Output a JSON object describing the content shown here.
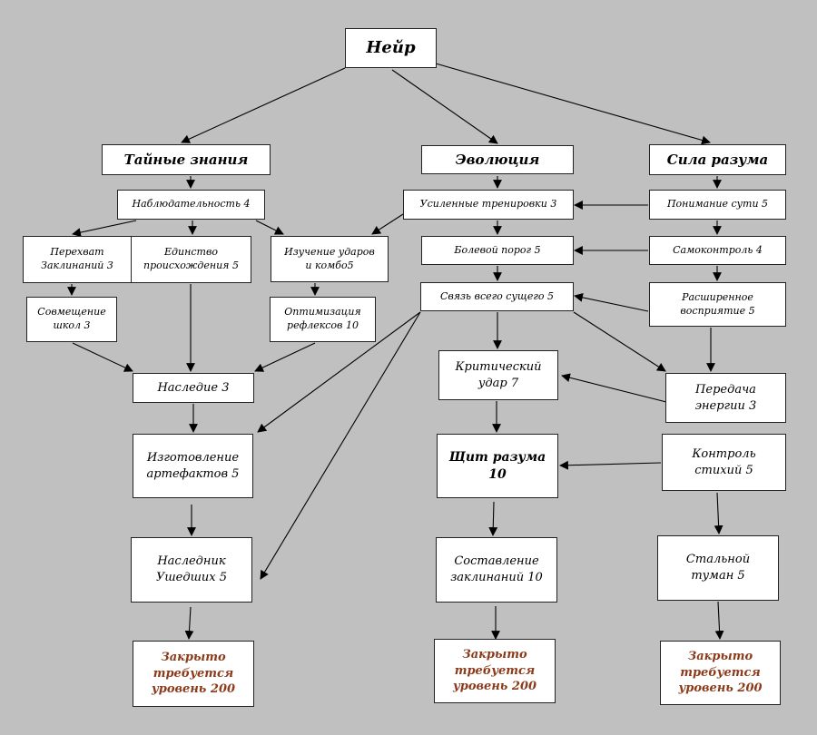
{
  "root": "Нейр",
  "branches": {
    "secret": "Тайные знания",
    "evolution": "Эволюция",
    "mind": "Сила разума"
  },
  "skills": {
    "observation": "Наблюдательность 4",
    "intercept": "Перехват\nЗаклинаний 3",
    "unity": "Единство\nпроисхождения 5",
    "strikes": "Изучение ударов\nи комбо5",
    "schools": "Совмещение\nшкол 3",
    "reflexes": "Оптимизация\nрефлексов 10",
    "legacy": "Наследие 3",
    "artifacts": "Изготовление\nартефактов 5",
    "heir": "Наследник\nУшедших 5",
    "training": "Усиленные тренировки 3",
    "pain": "Болевой порог 5",
    "bond": "Связь всего сущего 5",
    "crit": "Критический\nудар 7",
    "shield": "Щит разума 10",
    "spellcraft": "Составление\nзаклинаний 10",
    "essence": "Понимание сути 5",
    "selfcontrol": "Самоконтроль 4",
    "perception": "Расширенное\nвосприятие 5",
    "transfer": "Передача\nэнергии 3",
    "elements": "Контроль\nстихий 5",
    "fog": "Стальной\nтуман 5"
  },
  "locked": {
    "left": "Закрыто\nтребуется\nуровень 200",
    "middle": "Закрыто\nтребуется\nуровень 200",
    "right": "Закрыто\nтребуется\nуровень 200"
  },
  "colors": {
    "background": "#c0c0c0",
    "box": "#ffffff",
    "line": "#000000",
    "locked_text": "#8b3a1a"
  }
}
